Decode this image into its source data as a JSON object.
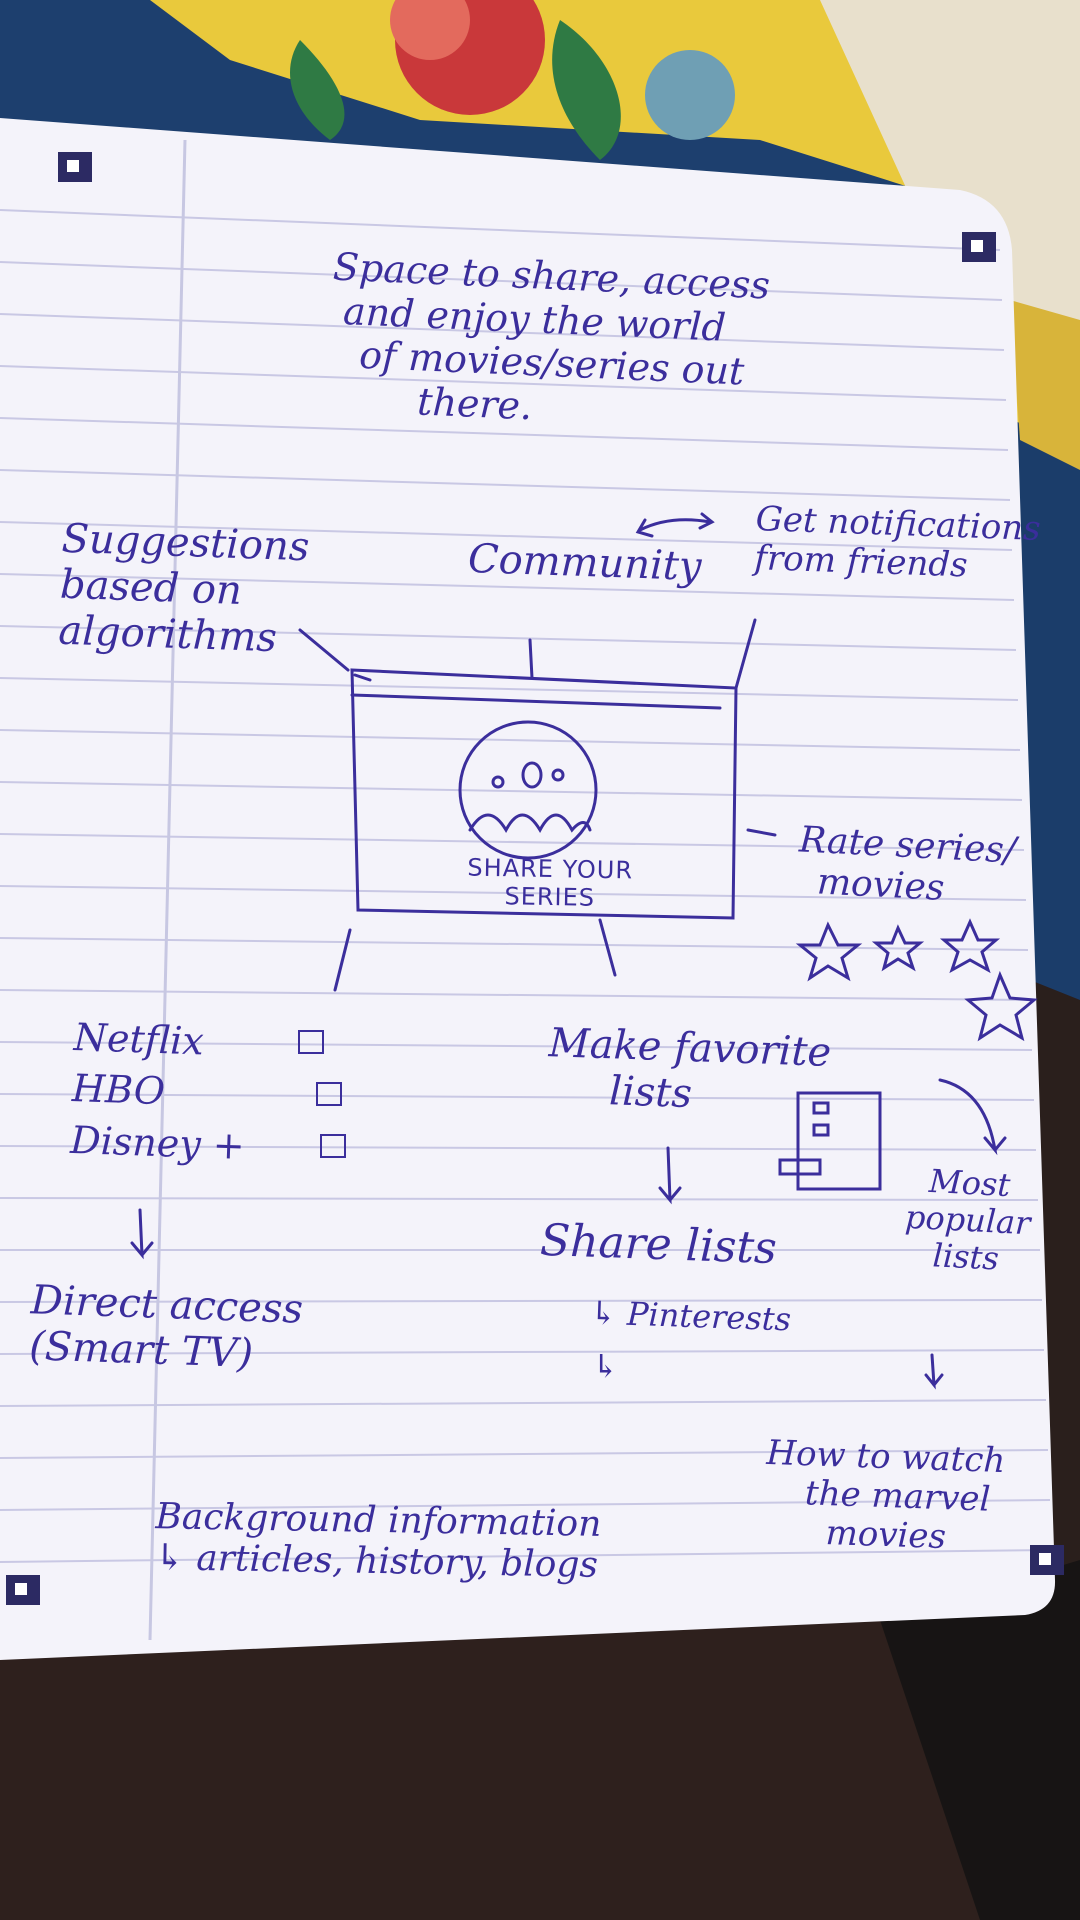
{
  "notes": {
    "title_lines": [
      "Space to share, access",
      "and enjoy the world",
      "of movies/series out",
      "there."
    ],
    "suggestions": [
      "Suggestions",
      "based on",
      "algorithms"
    ],
    "community": "Community",
    "notifications": [
      "Get notifications",
      "from friends"
    ],
    "screen_text": [
      "SHARE YOUR",
      "SERIES"
    ],
    "rate": [
      "Rate series/",
      "movies"
    ],
    "services": [
      "Netflix",
      "HBO",
      "Disney +"
    ],
    "direct_access": [
      "Direct access",
      "(Smart TV)"
    ],
    "favorite": [
      "Make favorite",
      "lists"
    ],
    "share_lists": "Share lists",
    "pinterest": "↳ Pinterests",
    "blank_arrow": "↳",
    "popular": [
      "Most",
      "popular",
      "lists"
    ],
    "marvel": [
      "How to watch",
      "the marvel",
      "movies"
    ],
    "background_info": [
      "Background information",
      "↳ articles, history, blogs"
    ]
  },
  "colors": {
    "ink": "#3b2e9c",
    "paper": "#f4f3fa",
    "rule": "#c9c8e4",
    "margin": "#c7c7e2",
    "fabric": "#f0d44a"
  }
}
